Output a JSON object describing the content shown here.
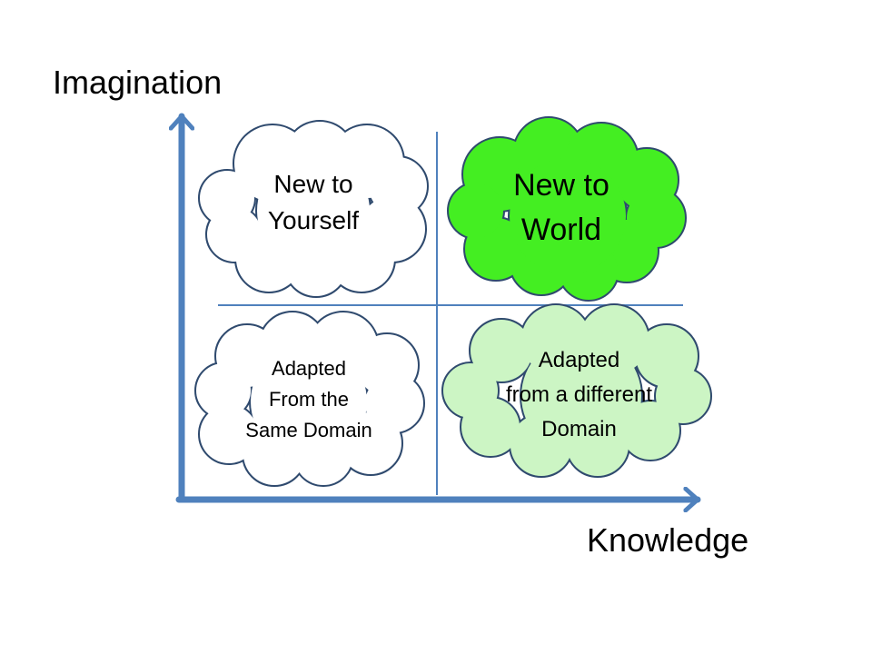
{
  "axes": {
    "y_label": "Imagination",
    "x_label": "Knowledge"
  },
  "quadrants": {
    "top_left": {
      "lines": [
        "New  to",
        "Yourself"
      ],
      "fill": "#ffffff"
    },
    "top_right": {
      "lines": [
        "New  to",
        "World"
      ],
      "fill": "#44ee22"
    },
    "bottom_left": {
      "lines": [
        "Adapted",
        "From the",
        "Same Domain"
      ],
      "fill": "#ffffff"
    },
    "bottom_right": {
      "lines": [
        "Adapted",
        "from a different",
        "Domain"
      ],
      "fill": "#ccf5c4"
    }
  },
  "colors": {
    "axis": "#4f81bd",
    "cloud_outline": "#2f4a6e"
  }
}
